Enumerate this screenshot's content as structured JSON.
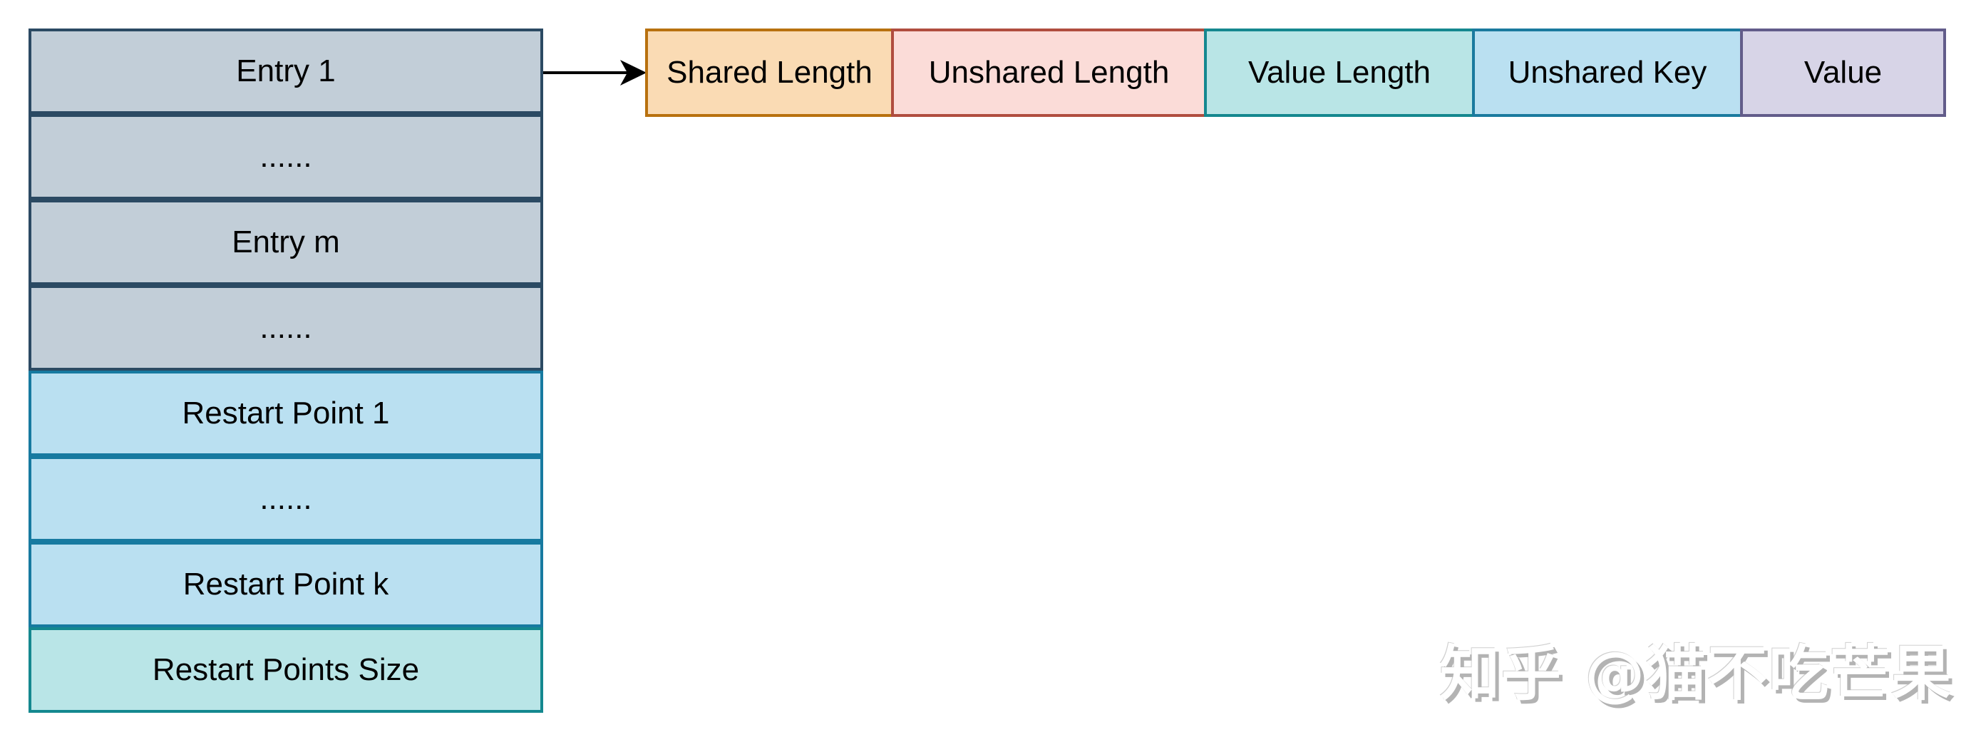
{
  "diagram": {
    "block_rows": [
      {
        "label": "Entry 1",
        "type": "entry",
        "fill": "#bac8d3",
        "stroke": "#23445d"
      },
      {
        "label": "......",
        "type": "entry",
        "fill": "#bac8d3",
        "stroke": "#23445d"
      },
      {
        "label": "Entry m",
        "type": "entry",
        "fill": "#bac8d3",
        "stroke": "#23445d"
      },
      {
        "label": "......",
        "type": "entry",
        "fill": "#bac8d3",
        "stroke": "#23445d"
      },
      {
        "label": "Restart Point 1",
        "type": "restart",
        "fill": "#b1ddf0",
        "stroke": "#10739e"
      },
      {
        "label": "......",
        "type": "restart",
        "fill": "#b1ddf0",
        "stroke": "#10739e"
      },
      {
        "label": "Restart Point k",
        "type": "restart",
        "fill": "#b1ddf0",
        "stroke": "#10739e"
      },
      {
        "label": "Restart Points Size",
        "type": "restart-size",
        "fill": "#b0e3e6",
        "stroke": "#0e8088"
      }
    ],
    "entry_fields": [
      {
        "label": "Shared Length",
        "fill": "#fad7ac",
        "stroke": "#b46504"
      },
      {
        "label": "Unshared Length",
        "fill": "#fad9d5",
        "stroke": "#ae4132"
      },
      {
        "label": "Value Length",
        "fill": "#b0e3e6",
        "stroke": "#0e8088"
      },
      {
        "label": "Unshared Key",
        "fill": "#b1ddf0",
        "stroke": "#10739e"
      },
      {
        "label": "Value",
        "fill": "#d0cee2",
        "stroke": "#56517e"
      }
    ],
    "arrow": {
      "from": "Entry 1",
      "to": "Shared Length"
    },
    "watermark": "知乎 @猫不吃芒果"
  }
}
